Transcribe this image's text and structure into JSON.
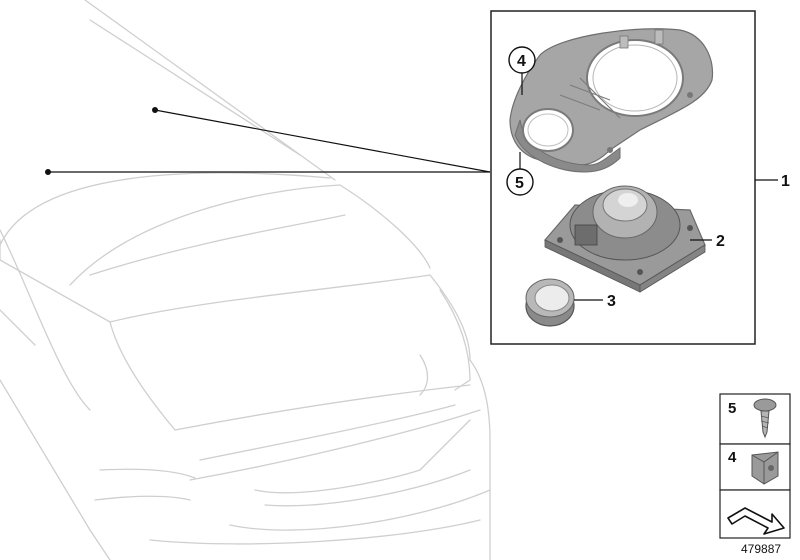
{
  "diagram": {
    "callouts": {
      "assembly": "1",
      "speaker": "2",
      "tweeter": "3",
      "clip_circled": "4",
      "screw_circled": "5"
    },
    "fastener_legend": [
      {
        "number": "5",
        "icon": "screw-icon"
      },
      {
        "number": "4",
        "icon": "clip-nut-icon"
      }
    ],
    "navigation_icon": "arrow-icon",
    "diagram_number": "479887",
    "colors": {
      "car_outline": "#cfcfcf",
      "leader_line": "#111111",
      "part_gray": "#9a9a9a",
      "box_border": "#222222"
    }
  }
}
